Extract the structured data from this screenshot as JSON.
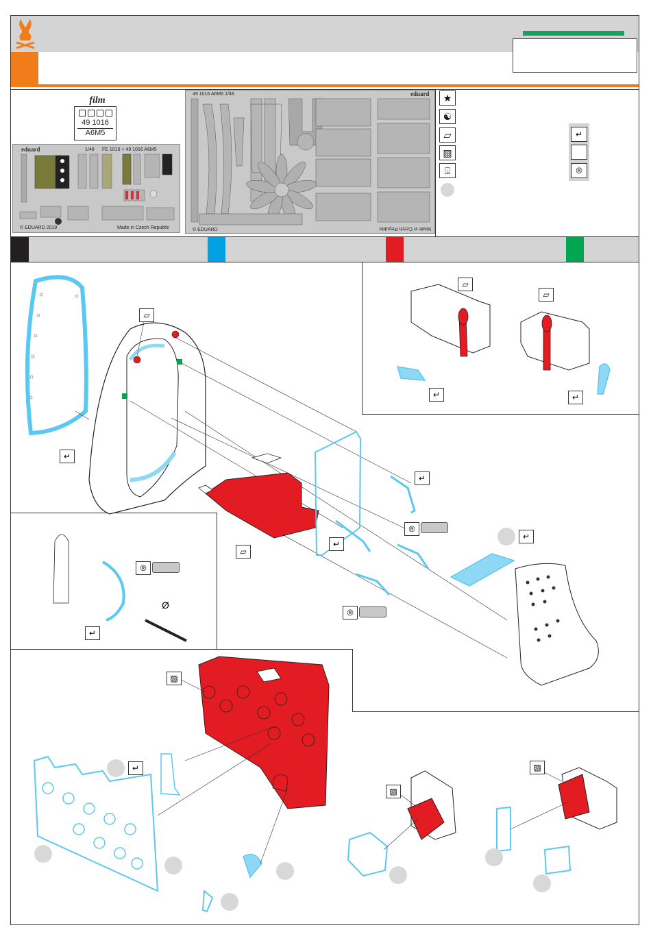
{
  "header": {
    "logo_icon": "eduard-rabbit-logo-icon",
    "kit_box_text": ""
  },
  "film": {
    "label": "film",
    "code_line1": "49 1016",
    "code_line2": "A6M5"
  },
  "fret_small": {
    "brand": "eduard",
    "scale": "1/48",
    "code": "FE 1016 + 49 1016  A6M5",
    "copyright": "© EDUARD 2019",
    "made_in": "Made in Czech Republic"
  },
  "fret_large": {
    "code": "49 1016  A6M5   1/48",
    "brand": "eduard",
    "copyright": "© EDUARD",
    "made_in": "Made in Czech Republic"
  },
  "icons": [
    "star-icon",
    "yin-yang-icon",
    "paper-icon",
    "hatched-plate-icon",
    "drill-icon"
  ],
  "legend_icons": [
    "bend-arrow-icon",
    "blank-square-icon",
    "registered-r-icon"
  ],
  "colors": {
    "black": "#231f20",
    "blue": "#00a0e3",
    "red": "#e31b23",
    "green": "#00a651",
    "orange": "#f07d1a",
    "gray": "#d4d4d4"
  },
  "symbols": {
    "diameter": "Ø",
    "r_mark": "R"
  }
}
